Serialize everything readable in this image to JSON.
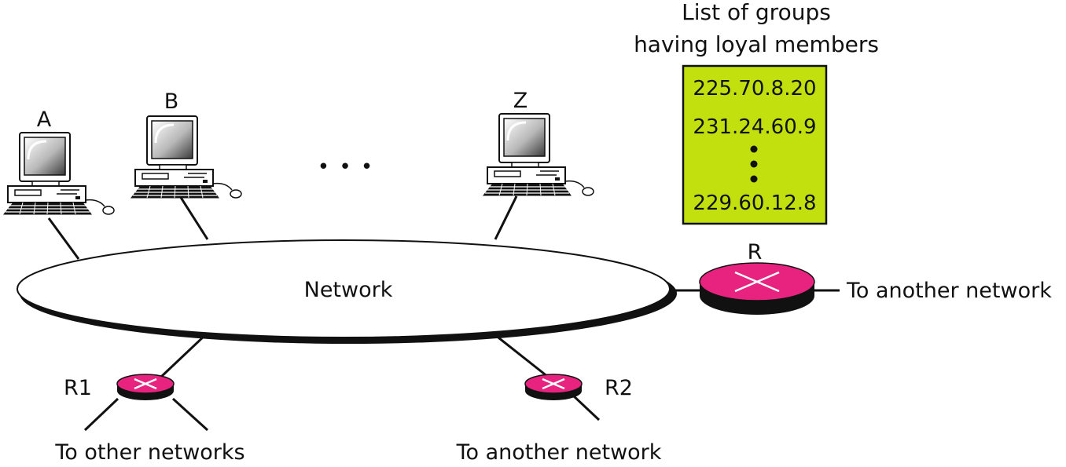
{
  "colors": {
    "router_top": "#e8237f",
    "router_side": "#111111",
    "group_list_fill": "#c2e00e",
    "line": "#111111",
    "network_fill": "#ffffff"
  },
  "icons": {
    "host": "desktop-computer-icon",
    "router": "router-icon"
  },
  "network": {
    "label": "Network"
  },
  "hosts": [
    {
      "label": "A"
    },
    {
      "label": "B"
    },
    {
      "label": "Z"
    }
  ],
  "ellipsis": "• • •",
  "group_list": {
    "title_line1": "List of groups",
    "title_line2": "having loyal members",
    "entries": [
      "225.70.8.20",
      "231.24.60.9",
      "229.60.12.8"
    ]
  },
  "routers": {
    "r": {
      "label": "R",
      "destination": "To another network"
    },
    "r1": {
      "label": "R1",
      "destination": "To other networks"
    },
    "r2": {
      "label": "R2",
      "destination": "To another network"
    }
  }
}
